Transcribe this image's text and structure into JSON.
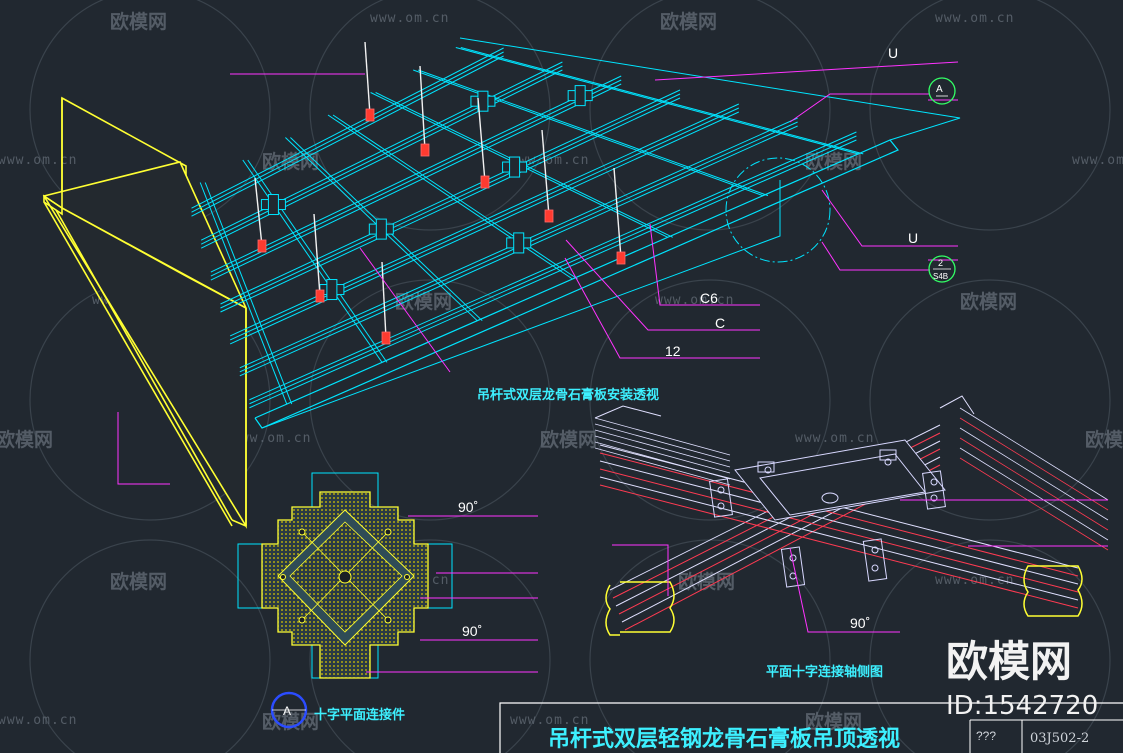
{
  "watermark": {
    "brand": "欧模网",
    "url": "www.om.cn"
  },
  "badge": {
    "brand": "欧模网",
    "id": "ID:1542720"
  },
  "labels": {
    "u_top": "U",
    "u_right": "U",
    "grid_a": "A",
    "grid_2": "2",
    "grid_2_sub": "S4B",
    "c6": "C6",
    "c": "C",
    "n12": "12",
    "angle_1": "90˚",
    "angle_2": "90˚",
    "angle_3": "90˚",
    "grid_a_bottom": "A"
  },
  "captions": {
    "main": "吊杆式双层龙骨石膏板安装透视",
    "cross_plan": "十字平面连接件",
    "cross_side": "平面十字连接轴侧图"
  },
  "title_block": {
    "title": "吊杆式双层轻钢龙骨石膏板吊顶透视",
    "figure_no": "???",
    "atlas_no": "03J502-2"
  },
  "colors": {
    "background": "#212830",
    "frame": "#00e5ff",
    "leader": "#ff33ff",
    "wall": "#ffff33",
    "grid_circle": "#33ff66",
    "fill": "#d8c800"
  }
}
